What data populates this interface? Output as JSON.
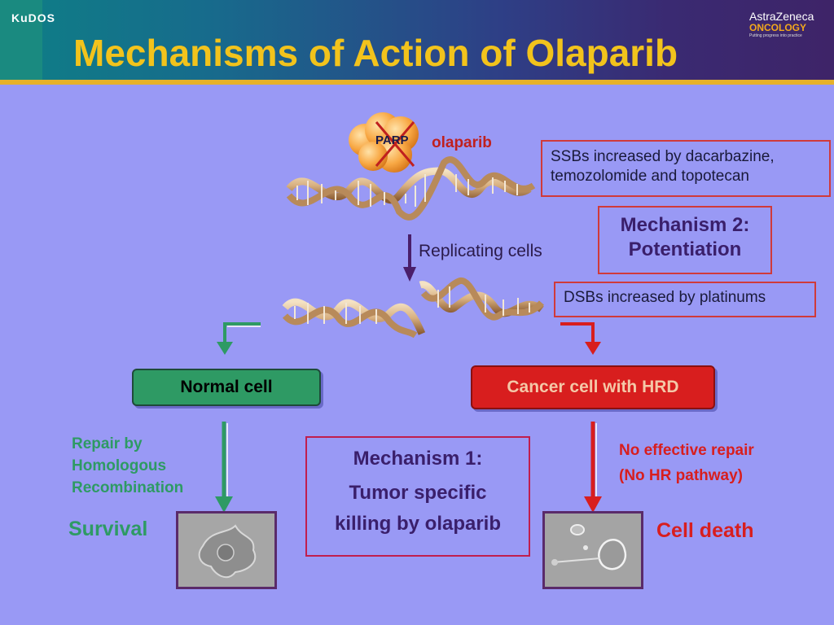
{
  "header": {
    "logo_left": "KuDOS",
    "title": "Mechanisms of Action of Olaparib",
    "logo_right": "AstraZeneca",
    "logo_right_sub": "ONCOLOGY",
    "logo_right_tagline": "Putting progress into practice"
  },
  "diagram": {
    "parp_label": "PARP",
    "olaparib_label": "olaparib",
    "ssb_text_line1": "SSBs increased by dacarbazine,",
    "ssb_text_line2": "temozolomide and topotecan",
    "mech2_line1": "Mechanism 2:",
    "mech2_line2": "Potentiation",
    "replicating_label": "Replicating cells",
    "dsb_text": "DSBs increased by platinums",
    "normal_cell_label": "Normal cell",
    "cancer_cell_label": "Cancer cell with HRD",
    "repair_line1": "Repair by",
    "repair_line2": "Homologous",
    "repair_line3": "Recombination",
    "no_repair_line1": "No effective repair",
    "no_repair_line2": "(No HR pathway)",
    "mech1_line1": "Mechanism 1:",
    "mech1_line2": "Tumor specific",
    "mech1_line3": "killing by olaparib",
    "survival_label": "Survival",
    "cell_death_label": "Cell death"
  },
  "colors": {
    "background": "#9999f5",
    "title": "#f2c31c",
    "green": "#2e9a64",
    "red": "#d81e1e",
    "purple_text": "#3a1f6b",
    "box_border": "#d03a3a"
  }
}
